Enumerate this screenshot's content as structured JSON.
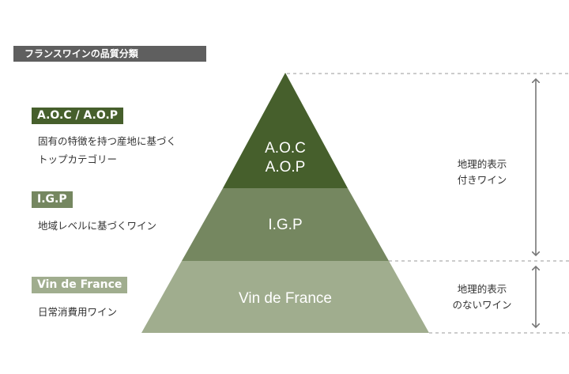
{
  "title": "フランスワインの品質分類",
  "colors": {
    "aoc": "#465f2c",
    "igp": "#758760",
    "vdf": "#a0ad8e",
    "header": "#5f5f5f",
    "guide": "#9a9a9a"
  },
  "categories": [
    {
      "badge": "A.O.C / A.O.P",
      "description_lines": [
        "固有の特徴を持つ産地に基づく",
        "トップカテゴリー"
      ]
    },
    {
      "badge": "I.G.P",
      "description_lines": [
        "地域レベルに基づくワイン"
      ]
    },
    {
      "badge": "Vin de France",
      "description_lines": [
        "日常消費用ワイン"
      ]
    }
  ],
  "pyramid": {
    "top_line1": "A.O.C",
    "top_line2": "A.O.P",
    "middle": "I.G.P",
    "bottom": "Vin de France"
  },
  "side_notes": [
    {
      "line1": "地理的表示",
      "line2": "付きワイン"
    },
    {
      "line1": "地理的表示",
      "line2": "のないワイン"
    }
  ]
}
